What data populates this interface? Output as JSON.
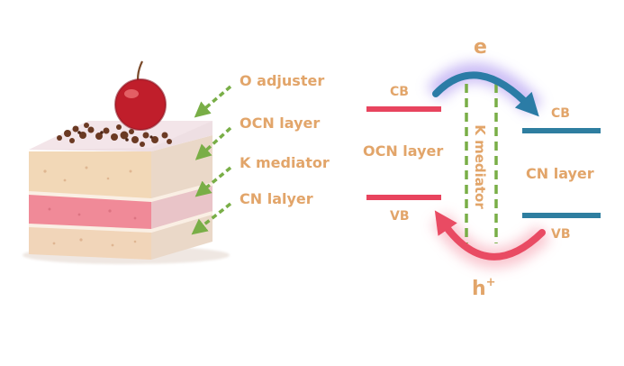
{
  "cake_labels": {
    "top": "O adjuster",
    "second": "OCN layer",
    "third": "K mediator",
    "bottom": "CN lalyer"
  },
  "band_diagram": {
    "electron": "e",
    "hole": "h",
    "hole_superscript": "+",
    "ocn": {
      "cb": "CB",
      "vb": "VB",
      "layer": "OCN layer"
    },
    "cn": {
      "cb": "CB",
      "vb": "VB",
      "layer": "CN layer"
    },
    "mediator": "K mediator"
  },
  "colors": {
    "label_text": "#E2A56A",
    "ocn_band": "#E8445E",
    "cn_band": "#2E7EA0",
    "mediator_dash": "#79AE47",
    "pointer_arrow": "#79AE47",
    "electron_arrow": "#2B7CA6",
    "electron_glow": "#B9A6F2",
    "hole_arrow": "#E94B63",
    "hole_glow": "#F8B7C3"
  },
  "icons": [
    "cherry-cake-illustration",
    "dashed-arrow-icon",
    "curved-arrow-icon"
  ]
}
